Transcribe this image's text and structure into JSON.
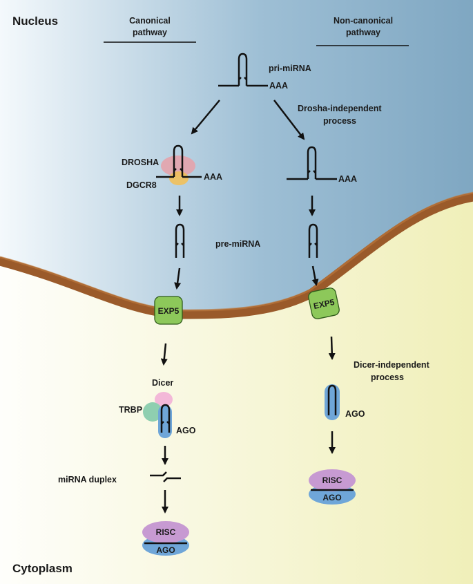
{
  "regions": {
    "nucleus": "Nucleus",
    "cytoplasm": "Cytoplasm"
  },
  "headers": {
    "canonical": [
      "Canonical",
      "pathway"
    ],
    "non_canonical": [
      "Non-canonical",
      "pathway"
    ]
  },
  "labels": {
    "pri_mirna": "pri-miRNA",
    "aaa": "AAA",
    "drosha_independent": [
      "Drosha-independent",
      "process"
    ],
    "drosha": "DROSHA",
    "dgcr8": "DGCR8",
    "pre_mirna": "pre-miRNA",
    "exp5": "EXP5",
    "dicer": "Dicer",
    "trbp": "TRBP",
    "ago": "AGO",
    "dicer_independent": [
      "Dicer-independent",
      "process"
    ],
    "mirna_duplex": "miRNA duplex",
    "risc": "RISC"
  },
  "colors": {
    "nucleus_light": "#f4f9fc",
    "nucleus_dark": "#7fa7c2",
    "cytoplasm_light": "#fefefb",
    "cytoplasm_dark": "#f0efb9",
    "membrane": "#9a5a2a",
    "exp5": "#8dc85a",
    "drosha": "#e8a0a8",
    "dgcr8": "#f2c05a",
    "dicer": "#f3b8d8",
    "trbp": "#8fcfb0",
    "ago": "#6fa6d8",
    "risc": "#c79ad2"
  }
}
